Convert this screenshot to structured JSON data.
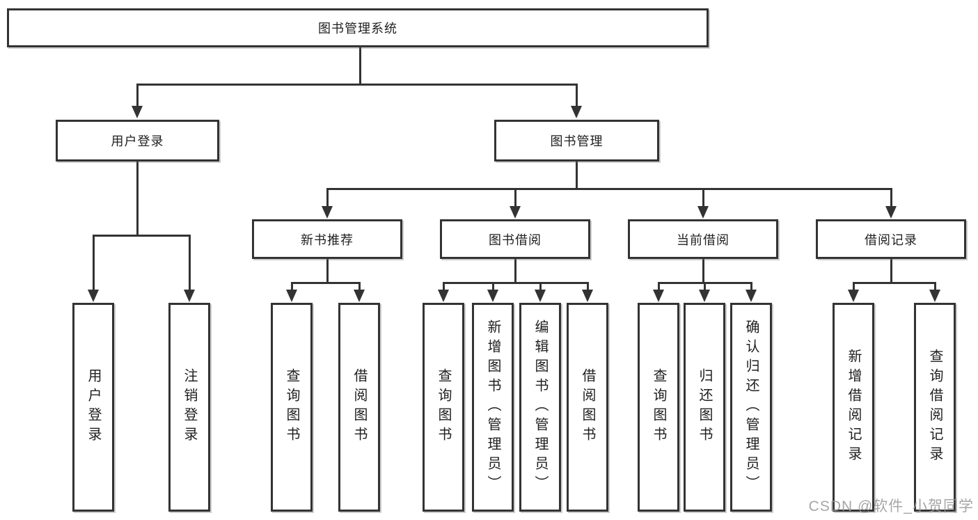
{
  "tree": {
    "root": "图书管理系统",
    "groups": [
      {
        "label": "用户登录",
        "leaves": [
          "用户登录",
          "注销登录"
        ]
      },
      {
        "label": "图书管理",
        "sub": [
          {
            "label": "新书推荐",
            "leaves": [
              "查询图书",
              "借阅图书"
            ]
          },
          {
            "label": "图书借阅",
            "leaves": [
              "查询图书",
              "新增图书（管理员）",
              "编辑图书（管理员）",
              "借阅图书"
            ]
          },
          {
            "label": "当前借阅",
            "leaves": [
              "查询图书",
              "归还图书",
              "确认归还（管理员）"
            ]
          },
          {
            "label": "借阅记录",
            "leaves": [
              "新增借阅记录",
              "查询借阅记录"
            ]
          }
        ]
      }
    ]
  },
  "watermark": {
    "text": "CSDN @软件_小贺同学"
  },
  "colors": {
    "line": "#333333",
    "box_border": "#333333",
    "text": "#1f1f1f",
    "background": "#ffffff"
  }
}
